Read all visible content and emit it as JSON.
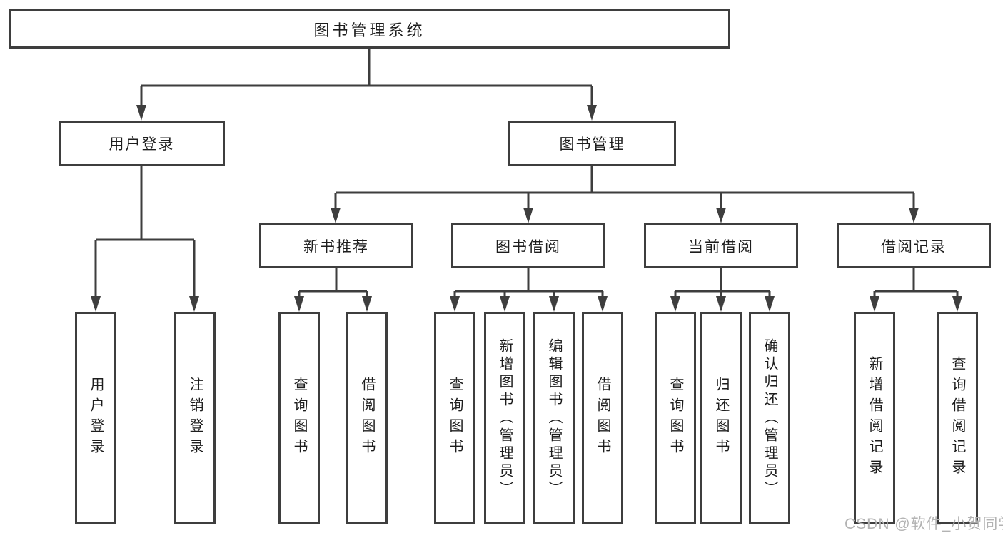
{
  "tree": {
    "root": {
      "label": "图书管理系统"
    },
    "user_login": {
      "label": "用户登录",
      "children": {
        "login": {
          "label": "用户登录"
        },
        "logout": {
          "label": "注销登录"
        }
      }
    },
    "book_management": {
      "label": "图书管理",
      "children": {
        "new_book_recommend": {
          "label": "新书推荐",
          "children": {
            "query_book": {
              "label": "查询图书"
            },
            "borrow_book": {
              "label": "借阅图书"
            }
          }
        },
        "book_borrow": {
          "label": "图书借阅",
          "children": {
            "query_book": {
              "label": "查询图书"
            },
            "add_book": {
              "label": "新增图书（管理员）"
            },
            "edit_book": {
              "label": "编辑图书（管理员）"
            },
            "borrow_book": {
              "label": "借阅图书"
            }
          }
        },
        "current_borrow": {
          "label": "当前借阅",
          "children": {
            "query_book": {
              "label": "查询图书"
            },
            "return_book": {
              "label": "归还图书"
            },
            "confirm_return": {
              "label": "确认归还（管理员）"
            }
          }
        },
        "borrow_record": {
          "label": "借阅记录",
          "children": {
            "add_record": {
              "label": "新增借阅记录"
            },
            "query_record": {
              "label": "查询借阅记录"
            }
          }
        }
      }
    }
  },
  "watermark": {
    "text": "CSDN @软件_小贺同学"
  },
  "colors": {
    "line": "#3e3e3e",
    "text": "#1d1d1d",
    "box_background": "#ffffff",
    "watermark": "#b3b3b3",
    "page_background": "#ffffff"
  }
}
